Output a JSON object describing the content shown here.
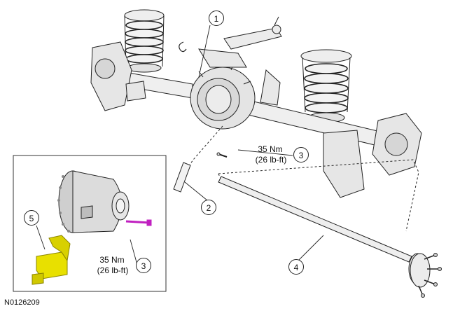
{
  "diagram": {
    "document_id": "N0126209",
    "callouts": [
      {
        "id": "1",
        "label": "1"
      },
      {
        "id": "2",
        "label": "2"
      },
      {
        "id": "3",
        "label": "3"
      },
      {
        "id": "3b",
        "label": "3"
      },
      {
        "id": "4",
        "label": "4"
      },
      {
        "id": "5",
        "label": "5"
      }
    ],
    "torque_top": {
      "nm": "35 Nm",
      "lbft": "(26 lb-ft)"
    },
    "torque_inset": {
      "nm": "35 Nm",
      "lbft": "(26 lb-ft)"
    },
    "colors": {
      "line": "#222222",
      "spring": "#e8e8e8",
      "housing": "#d4d4d4",
      "bolt_highlight": "#c020c0",
      "part5_highlight": "#e8e000"
    }
  }
}
